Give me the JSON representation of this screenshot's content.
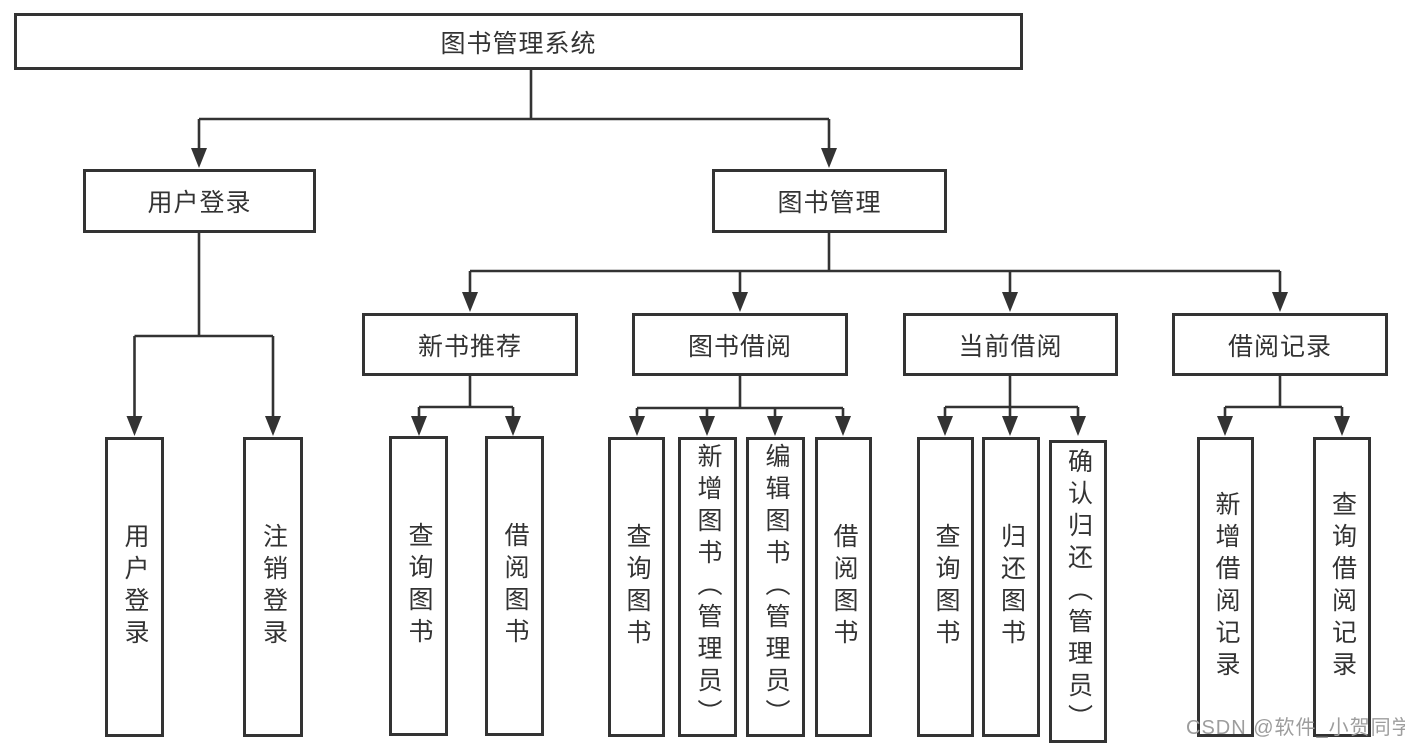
{
  "diagram": {
    "title": "图书管理系统",
    "type": "hierarchy",
    "colors": {
      "line": "#333333",
      "box_border": "#333333",
      "text": "#333333",
      "background": "#ffffff",
      "watermark": "#9d9d9d"
    },
    "nodes": {
      "root": "图书管理系统",
      "user_login": "用户登录",
      "book_mgmt": "图书管理",
      "ul_login": "用户登录",
      "ul_logout": "注销登录",
      "nbr": "新书推荐",
      "bb": "图书借阅",
      "cb": "当前借阅",
      "br": "借阅记录",
      "nbr_query": "查询图书",
      "nbr_borrow": "借阅图书",
      "bb_query": "查询图书",
      "bb_add": "新增图书（管理员）",
      "bb_edit": "编辑图书（管理员）",
      "bb_borrow": "借阅图书",
      "cb_query": "查询图书",
      "cb_return": "归还图书",
      "cb_confirm": "确认归还（管理员）",
      "br_add": "新增借阅记录",
      "br_query": "查询借阅记录"
    },
    "hierarchy": {
      "图书管理系统": {
        "用户登录": [
          "用户登录",
          "注销登录"
        ],
        "图书管理": {
          "新书推荐": [
            "查询图书",
            "借阅图书"
          ],
          "图书借阅": [
            "查询图书",
            "新增图书（管理员）",
            "编辑图书（管理员）",
            "借阅图书"
          ],
          "当前借阅": [
            "查询图书",
            "归还图书",
            "确认归还（管理员）"
          ],
          "借阅记录": [
            "新增借阅记录",
            "查询借阅记录"
          ]
        }
      }
    },
    "watermark": "CSDN @软件_小贺同学"
  }
}
